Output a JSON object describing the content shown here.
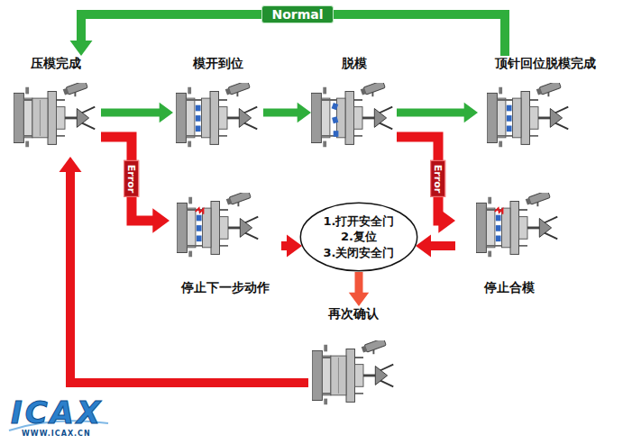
{
  "diagram": {
    "nodes": [
      {
        "text": [
          "压模完成"
        ]
      },
      {
        "text": [
          "模开到位"
        ]
      },
      {
        "text": [
          "脱模"
        ]
      },
      {
        "text": [
          "顶针回位脱模完成"
        ]
      },
      {
        "text": [
          "停止下一步动作"
        ]
      },
      {
        "text": [
          "1.打开安全门",
          "2.复位",
          "3.关闭安全门"
        ]
      },
      {
        "text": [
          "停止合模"
        ]
      },
      {
        "text": [
          "再次确认"
        ]
      }
    ],
    "edges": [
      {
        "from": 0,
        "to": 1,
        "arrow": "to"
      },
      {
        "from": 1,
        "to": 2,
        "arrow": "to"
      },
      {
        "from": 2,
        "to": 3,
        "arrow": "to"
      },
      {
        "from": 3,
        "to": 0,
        "arrow": "to",
        "label": "Normal"
      },
      {
        "from": 0,
        "to": 4,
        "arrow": "to",
        "label": "Error"
      },
      {
        "from": 2,
        "to": 6,
        "arrow": "to",
        "label": "Error"
      },
      {
        "from": 4,
        "to": 5,
        "arrow": "to"
      },
      {
        "from": 6,
        "to": 5,
        "arrow": "to"
      },
      {
        "from": 5,
        "to": 7,
        "arrow": "to"
      },
      {
        "from": 7,
        "to": 0,
        "arrow": "to"
      }
    ],
    "labels": [
      "ICAX",
      "WWW.ICAX.CN"
    ]
  }
}
